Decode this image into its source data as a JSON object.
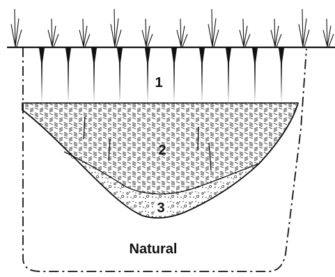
{
  "diagram": {
    "layers": [
      {
        "number": "1"
      },
      {
        "number": "2"
      },
      {
        "number": "3"
      }
    ],
    "natural_label": "Natural"
  },
  "colors": {
    "ink": "#111111",
    "background": "#ffffff"
  }
}
